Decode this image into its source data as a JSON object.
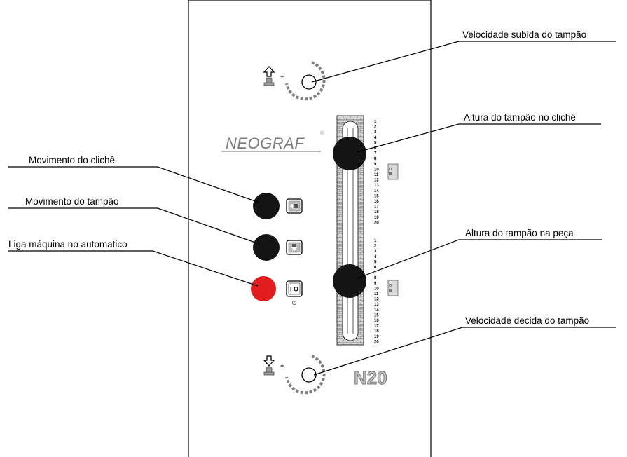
{
  "brand": {
    "name": "NEOGRAF",
    "registered_mark": "®",
    "model": "N20"
  },
  "callouts": {
    "speed_up": "Velocidade subida do tampão",
    "height_cliche": "Altura do tampão no clichê",
    "cliche_movement": "Movimento do clichê",
    "pad_movement": "Movimento do tampão",
    "auto_start": "Liga máquina no automatico",
    "height_part": "Altura do tampão na peça",
    "speed_down": "Velocidade decida do tampão"
  },
  "scales": {
    "upper": [
      "1",
      "2",
      "3",
      "4",
      "5",
      "6",
      "7",
      "8",
      "9",
      "10",
      "11",
      "12",
      "13",
      "14",
      "15",
      "16",
      "17",
      "18",
      "19",
      "20"
    ],
    "lower": [
      "1",
      "2",
      "3",
      "4",
      "5",
      "6",
      "7",
      "8",
      "9",
      "10",
      "11",
      "12",
      "13",
      "14",
      "15",
      "16",
      "17",
      "18",
      "19",
      "20"
    ]
  },
  "buttons": {
    "auto_start_label": "I O",
    "power_symbol": "⏻"
  },
  "colors": {
    "button_black": "#141414",
    "button_red": "#e21d1d",
    "rail_brick": "#cfcfcf",
    "brand_gray": "#7b7b7b"
  },
  "icons": {
    "speed_up": "pad-up-speed-icon",
    "speed_down": "pad-down-speed-icon",
    "cliche_movement": "cliche-move-icon",
    "pad_movement": "pad-move-icon",
    "auto_start": "power-toggle-icon"
  }
}
